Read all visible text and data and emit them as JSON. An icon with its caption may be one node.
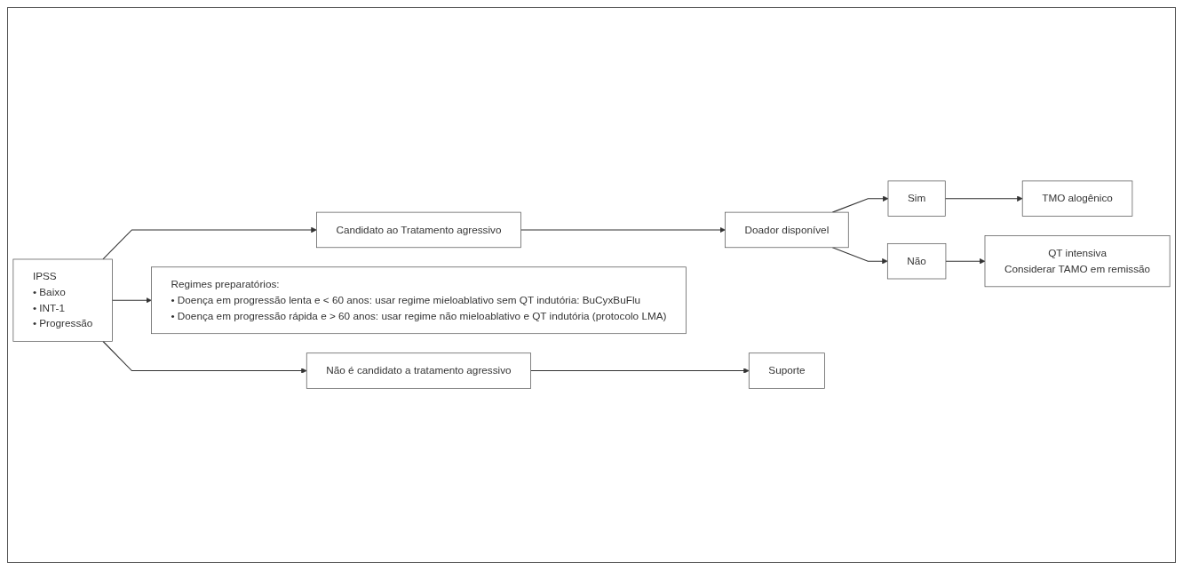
{
  "diagram": {
    "nodes": [
      {
        "text": [
          "IPSS",
          "• Baixo",
          "• INT-1",
          "• Progressão"
        ]
      },
      {
        "text": [
          "Candidato ao Tratamento agressivo"
        ]
      },
      {
        "text": [
          "Doador disponível"
        ]
      },
      {
        "text": [
          "Sim"
        ]
      },
      {
        "text": [
          "TMO alogênico"
        ]
      },
      {
        "text": [
          "Não"
        ]
      },
      {
        "text": [
          "QT intensiva",
          "Considerar TAMO em remissão"
        ]
      },
      {
        "text": [
          "Regimes preparatórios:",
          "• Doença em progressão lenta e < 60 anos: usar regime mieloablativo sem QT indutória: BuCyxBuFlu",
          "• Doença em progressão rápida e > 60 anos: usar regime não mieloablativo e QT indutória (protocolo LMA)"
        ]
      },
      {
        "text": [
          "Não é candidato a tratamento agressivo"
        ]
      },
      {
        "text": [
          "Suporte"
        ]
      }
    ],
    "edges": [
      {
        "from": 0,
        "to": 1,
        "arrow": "to"
      },
      {
        "from": 0,
        "to": 7,
        "arrow": "to"
      },
      {
        "from": 0,
        "to": 8,
        "arrow": "to"
      },
      {
        "from": 1,
        "to": 2,
        "arrow": "to"
      },
      {
        "from": 2,
        "to": 3,
        "arrow": "to"
      },
      {
        "from": 2,
        "to": 5,
        "arrow": "to"
      },
      {
        "from": 3,
        "to": 4,
        "arrow": "to"
      },
      {
        "from": 5,
        "to": 6,
        "arrow": "to"
      },
      {
        "from": 8,
        "to": 9,
        "arrow": "to"
      }
    ]
  }
}
